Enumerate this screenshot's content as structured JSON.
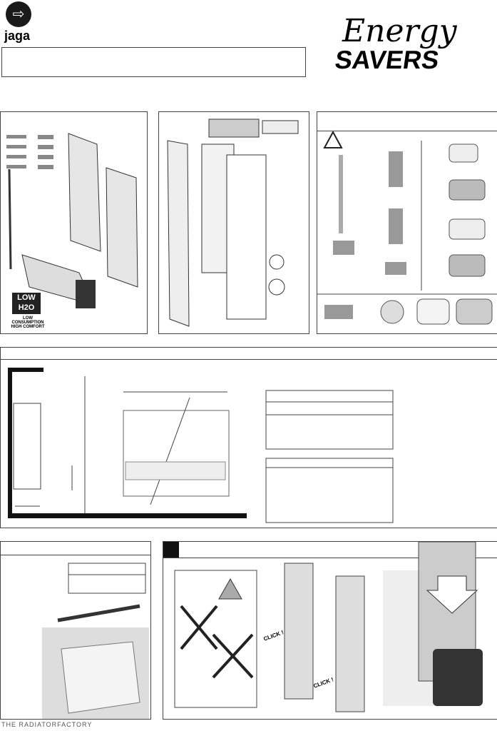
{
  "brand": {
    "name": "jaga"
  },
  "logo": {
    "line1": "Energy",
    "line2": "SAVERS"
  },
  "badge": {
    "low": "LOW",
    "h2o": "H2O",
    "line1": "LOW CONSUMPTION",
    "line2": "HIGH COMFORT"
  },
  "step": {
    "click1": "CLICK !",
    "click2": "CLICK !"
  },
  "footer": {
    "brand": "THE RADIATORFACTORY"
  },
  "colors": {
    "ink": "#1a1a1a",
    "line": "#444444",
    "metal": "#c8c8c8"
  }
}
